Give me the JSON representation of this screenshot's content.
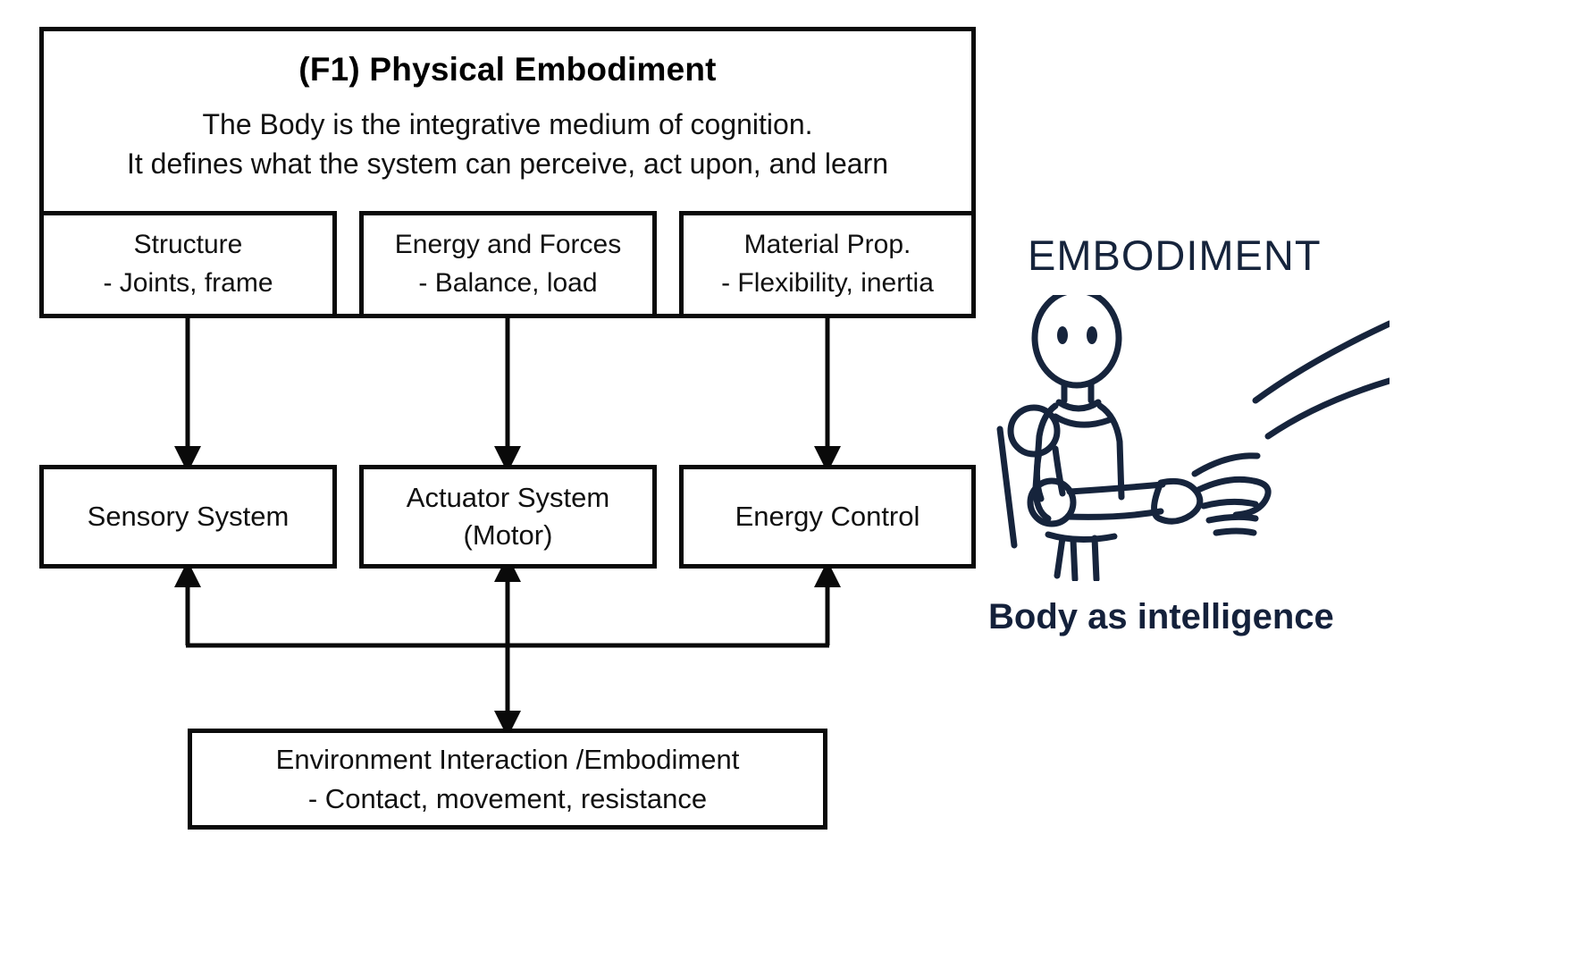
{
  "diagram": {
    "title": "(F1) Physical Embodiment",
    "description": [
      "The Body is the integrative medium of cognition.",
      "It defines what the system can perceive, act upon, and learn"
    ],
    "attribute_boxes": [
      {
        "title": "Structure",
        "detail": "- Joints, frame"
      },
      {
        "title": "Energy and Forces",
        "detail": "- Balance, load"
      },
      {
        "title": "Material Prop.",
        "detail": "- Flexibility, inertia"
      }
    ],
    "system_boxes": [
      {
        "line1": "Sensory System",
        "line2": ""
      },
      {
        "line1": "Actuator System",
        "line2": "(Motor)"
      },
      {
        "line1": "Energy Control",
        "line2": ""
      }
    ],
    "environment_box": {
      "line1": "Environment Interaction /Embodiment",
      "line2": "- Contact, movement, resistance"
    }
  },
  "illustration": {
    "heading": "EMBODIMENT",
    "caption": "Body as intelligence",
    "icon": "robot-human-handshake-icon",
    "line_color": "#16243c"
  },
  "colors": {
    "stroke": "#0a0a0a",
    "text": "#111111",
    "accent_navy": "#16243c",
    "background": "#ffffff"
  }
}
